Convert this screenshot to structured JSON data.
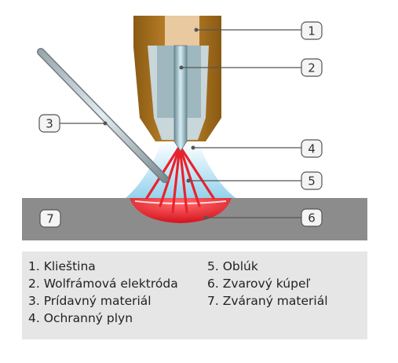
{
  "callouts": [
    {
      "number": "1",
      "target": "collet"
    },
    {
      "number": "2",
      "target": "tungsten-electrode"
    },
    {
      "number": "3",
      "target": "filler-rod"
    },
    {
      "number": "4",
      "target": "shielding-gas"
    },
    {
      "number": "5",
      "target": "arc"
    },
    {
      "number": "6",
      "target": "weld-pool"
    },
    {
      "number": "7",
      "target": "base-material"
    }
  ],
  "legend": {
    "left": [
      "1. Klieština",
      "2. Wolfrámová elektróda",
      "3. Prídavný materiál",
      "4. Ochranný plyn"
    ],
    "right": [
      "5. Oblúk",
      "6. Zvarový kúpeľ",
      "7. Zváraný materiál"
    ]
  },
  "colors": {
    "nozzle": "#b07a28",
    "collet": "#e9c9a0",
    "electrode": "#8fb8c4",
    "gas": "#9fd6ee",
    "arc": "#e8232d",
    "weld_pool": "#e8232d",
    "base_material": "#8c8c8c",
    "legend_bg": "#e6e6e6"
  }
}
